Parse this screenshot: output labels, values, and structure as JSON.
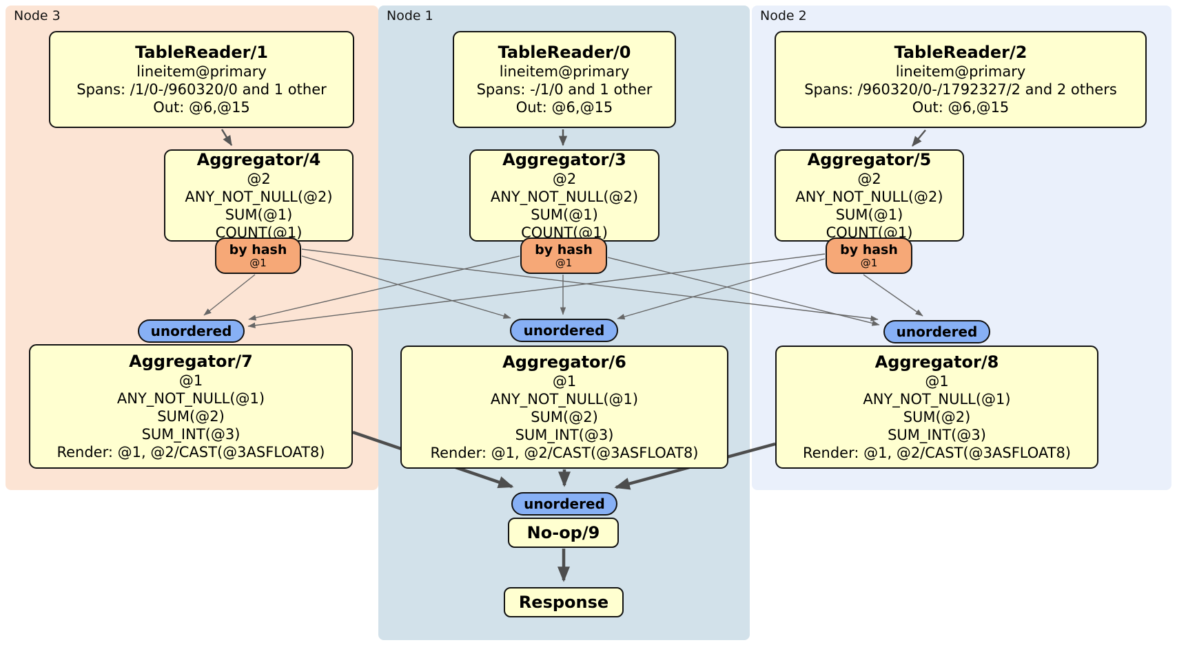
{
  "diagram": {
    "node_groups": [
      {
        "label": "Node 3",
        "table_reader": {
          "title": "TableReader/1",
          "lines": [
            "lineitem@primary",
            "Spans: /1/0-/960320/0 and 1 other",
            "Out: @6,@15"
          ]
        },
        "pre_aggregator": {
          "title": "Aggregator/4",
          "lines": [
            "@2",
            "ANY_NOT_NULL(@2)",
            "SUM(@1)",
            "COUNT(@1)"
          ]
        },
        "router": {
          "label": "by hash",
          "key": "@1"
        },
        "stream_sync": {
          "label": "unordered"
        },
        "final_aggregator": {
          "title": "Aggregator/7",
          "lines": [
            "@1",
            "ANY_NOT_NULL(@1)",
            "SUM(@2)",
            "SUM_INT(@3)",
            "Render: @1, @2/CAST(@3ASFLOAT8)"
          ]
        }
      },
      {
        "label": "Node 1",
        "table_reader": {
          "title": "TableReader/0",
          "lines": [
            "lineitem@primary",
            "Spans: -/1/0 and 1 other",
            "Out: @6,@15"
          ]
        },
        "pre_aggregator": {
          "title": "Aggregator/3",
          "lines": [
            "@2",
            "ANY_NOT_NULL(@2)",
            "SUM(@1)",
            "COUNT(@1)"
          ]
        },
        "router": {
          "label": "by hash",
          "key": "@1"
        },
        "stream_sync": {
          "label": "unordered"
        },
        "final_aggregator": {
          "title": "Aggregator/6",
          "lines": [
            "@1",
            "ANY_NOT_NULL(@1)",
            "SUM(@2)",
            "SUM_INT(@3)",
            "Render: @1, @2/CAST(@3ASFLOAT8)"
          ]
        }
      },
      {
        "label": "Node 2",
        "table_reader": {
          "title": "TableReader/2",
          "lines": [
            "lineitem@primary",
            "Spans: /960320/0-/1792327/2 and 2 others",
            "Out: @6,@15"
          ]
        },
        "pre_aggregator": {
          "title": "Aggregator/5",
          "lines": [
            "@2",
            "ANY_NOT_NULL(@2)",
            "SUM(@1)",
            "COUNT(@1)"
          ]
        },
        "router": {
          "label": "by hash",
          "key": "@1"
        },
        "stream_sync": {
          "label": "unordered"
        },
        "final_aggregator": {
          "title": "Aggregator/8",
          "lines": [
            "@1",
            "ANY_NOT_NULL(@1)",
            "SUM(@2)",
            "SUM_INT(@3)",
            "Render: @1, @2/CAST(@3ASFLOAT8)"
          ]
        }
      }
    ],
    "output_chain": {
      "sync_label": "unordered",
      "noop_label": "No-op/9",
      "response_label": "Response"
    },
    "colors": {
      "node3_bg": "#fce4d4",
      "node1_bg": "#d2e1ea",
      "node2_bg": "#eaf0fb",
      "processor_bg": "#ffffd0",
      "router_bg": "#f6a877",
      "sync_bg": "#87b0f5"
    }
  }
}
